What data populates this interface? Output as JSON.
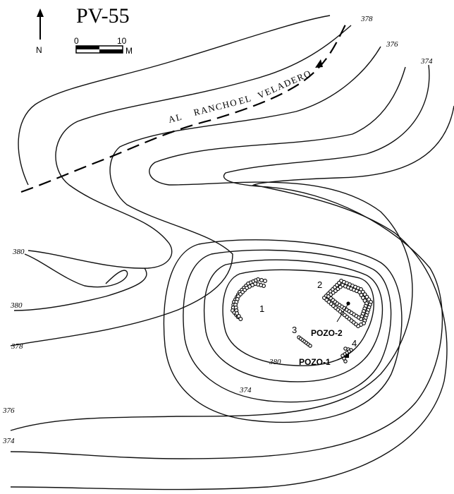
{
  "map": {
    "title": "PV-55",
    "north_label": "N",
    "scale": {
      "start": "0",
      "end": "10",
      "unit": "M"
    },
    "road_label_words": [
      "AL",
      "RANCHO",
      "EL",
      "VELADERO"
    ],
    "contour_labels": [
      "378",
      "376",
      "374",
      "380",
      "380",
      "378",
      "376",
      "374",
      "380",
      "374"
    ],
    "features": [
      "1",
      "2",
      "3",
      "4"
    ],
    "test_pits": [
      "POZO-2",
      "POZO-1"
    ]
  }
}
